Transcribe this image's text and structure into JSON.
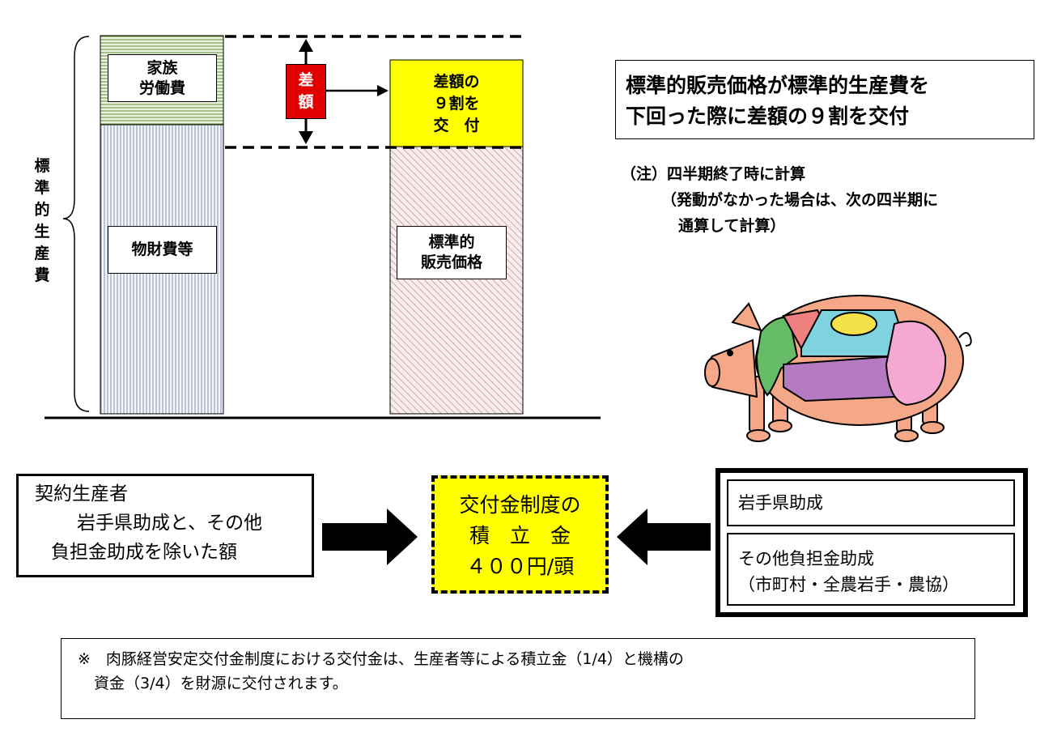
{
  "left_bar": {
    "vertical_label_chars": [
      "標",
      "準",
      "的",
      "生",
      "産",
      "費"
    ],
    "family_labor": [
      "家族",
      "労働費"
    ],
    "materials": "物財費等"
  },
  "difference": {
    "label_chars": [
      "差",
      "額"
    ],
    "payout_lines": [
      "差額の",
      "９割を",
      "交　付"
    ]
  },
  "right_bar": {
    "label_lines": [
      "標準的",
      "販売価格"
    ]
  },
  "headline": [
    "標準的販売価格が標準的生産費を",
    "下回った際に差額の９割を交付"
  ],
  "note": {
    "line1": "（注）四半期終了時に計算",
    "line2": "（発動がなかった場合は、次の四半期に",
    "line3": "通算して計算）"
  },
  "producer_box": {
    "line1": "契約生産者",
    "line2": "岩手県助成と、その他",
    "line3": "負担金助成を除いた額"
  },
  "fund_box": {
    "line1": "交付金制度の",
    "line2": "積　立　金",
    "line3": "４００円/頭"
  },
  "support_box": {
    "item1": "岩手県助成",
    "item2_line1": "その他負担金助成",
    "item2_line2": "（市町村・全農岩手・農協）"
  },
  "footnote": {
    "line1": "※　肉豚経営安定交付金制度における交付金は、生産者等による積立金（1/4）と機構の",
    "line2": "資金（3/4）を財源に交付されます。"
  },
  "colors": {
    "highlight_yellow": "#ffff00",
    "difference_red": "#e00000",
    "family_labor_green": "#dceccc",
    "materials_blue": "#e8ecf4",
    "price_pink": "#f2dede"
  },
  "icons": [
    "pig-illustration",
    "double-arrow-icon",
    "right-arrow-icon",
    "left-arrow-icon"
  ]
}
